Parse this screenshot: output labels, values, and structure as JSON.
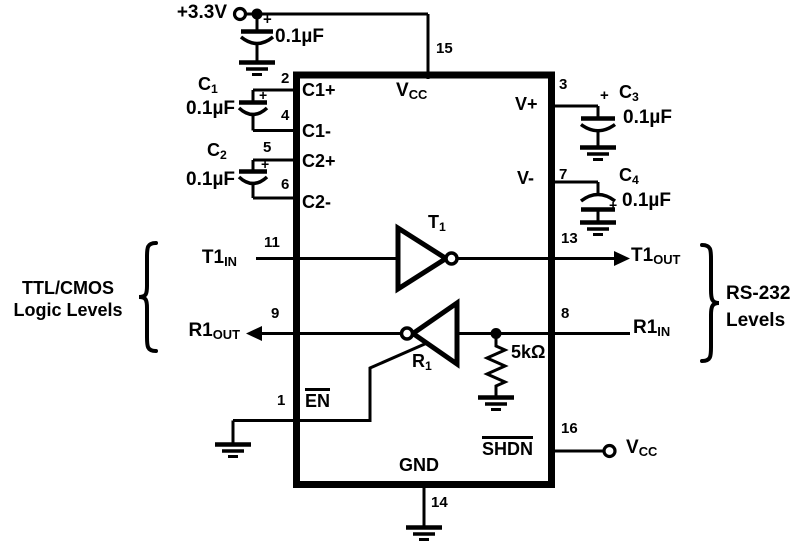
{
  "power": {
    "supply": "+3.3V",
    "plus": "+",
    "bypass_value": "0.1µF",
    "pin15": "15",
    "pin14": "14",
    "vcc_main": "V",
    "vcc_sub": "CC"
  },
  "ic": {
    "pin_names": {
      "c1p": "C1+",
      "c1m": "C1-",
      "c2p": "C2+",
      "c2m": "C2-",
      "vplus": "V+",
      "vminus": "V-",
      "en": "EN",
      "shdn": "SHDN",
      "gnd": "GND"
    },
    "pin_numbers": {
      "p1": "1",
      "p2": "2",
      "p3": "3",
      "p4": "4",
      "p5": "5",
      "p6": "6",
      "p7": "7",
      "p8": "8",
      "p9": "9",
      "p11": "11",
      "p13": "13",
      "p16": "16"
    },
    "t1_main": "T",
    "t1_sub": "1",
    "r1_main": "R",
    "r1_sub": "1",
    "resistor": "5kΩ"
  },
  "caps": {
    "c1_main": "C",
    "c1_sub": "1",
    "c1_value": "0.1µF",
    "c1_plus": "+",
    "c2_main": "C",
    "c2_sub": "2",
    "c2_value": "0.1µF",
    "c2_plus": "+",
    "c3_main": "C",
    "c3_sub": "3",
    "c3_value": "0.1µF",
    "c3_plus": "+",
    "c4_main": "C",
    "c4_sub": "4",
    "c4_value": "0.1µF",
    "c4_plus": "+"
  },
  "signals": {
    "t1in_main": "T1",
    "t1in_sub": "IN",
    "t1out_main": "T1",
    "t1out_sub": "OUT",
    "r1out_main": "R1",
    "r1out_sub": "OUT",
    "r1in_main": "R1",
    "r1in_sub": "IN",
    "pullup_vcc_main": "V",
    "pullup_vcc_sub": "CC"
  },
  "annotations": {
    "left_line1": "TTL/CMOS",
    "left_line2": "Logic Levels",
    "right_line1": "RS-232",
    "right_line2": "Levels"
  }
}
